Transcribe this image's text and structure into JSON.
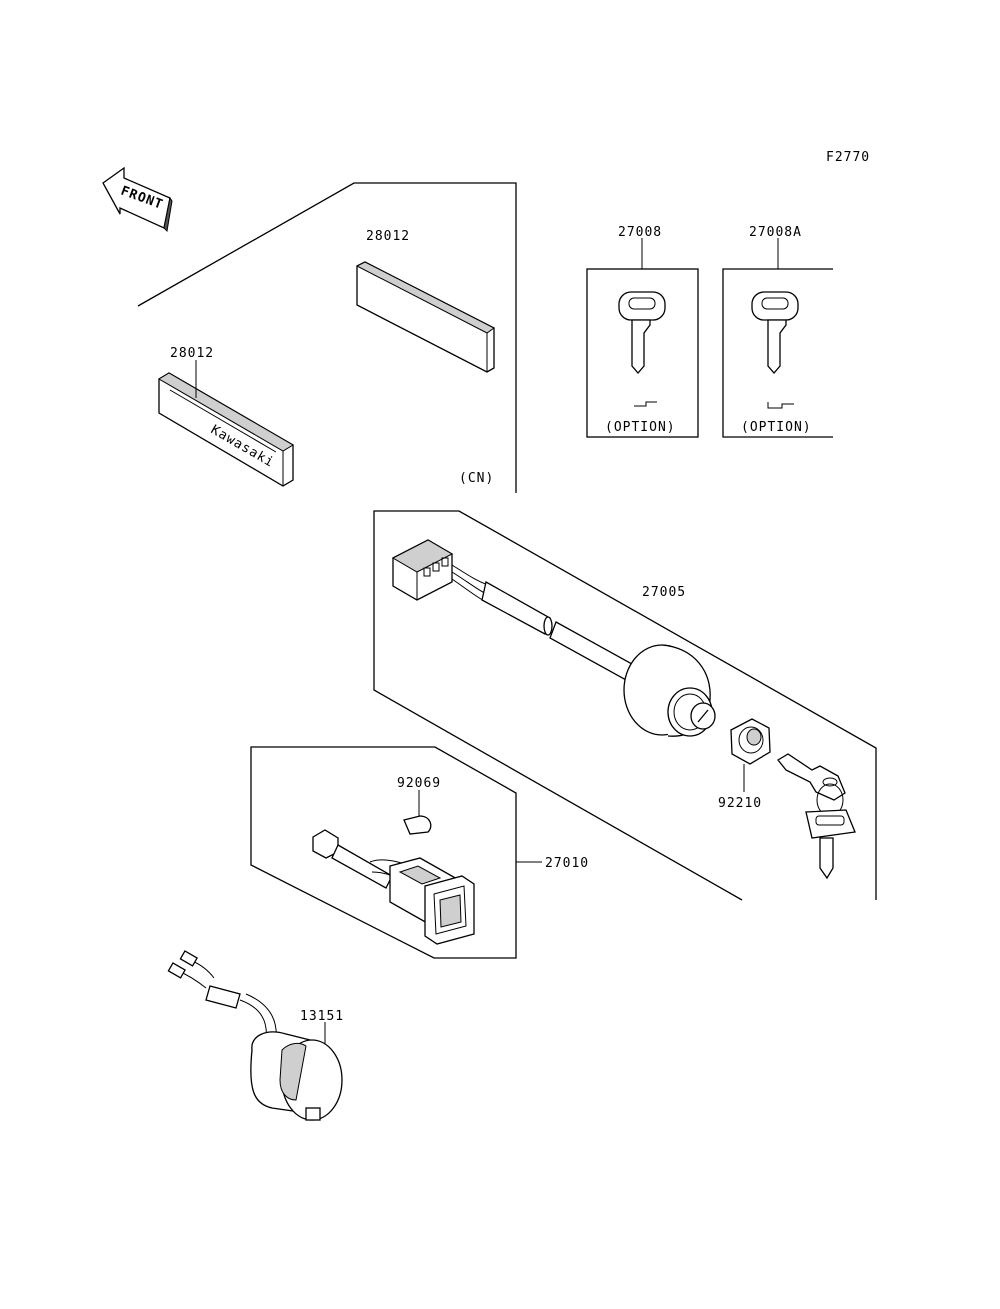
{
  "figure_id": "F2770",
  "front_label": "FRONT",
  "labels": {
    "p28012_top": "28012",
    "p28012_left": "28012",
    "cn": "(CN)",
    "p27008": "27008",
    "p27008A": "27008A",
    "option_1": "(OPTION)",
    "option_2": "(OPTION)",
    "p27005": "27005",
    "p92210": "92210",
    "p92069": "92069",
    "p27010": "27010",
    "p13151": "13151"
  },
  "colors": {
    "line": "#000000",
    "background": "#ffffff"
  }
}
